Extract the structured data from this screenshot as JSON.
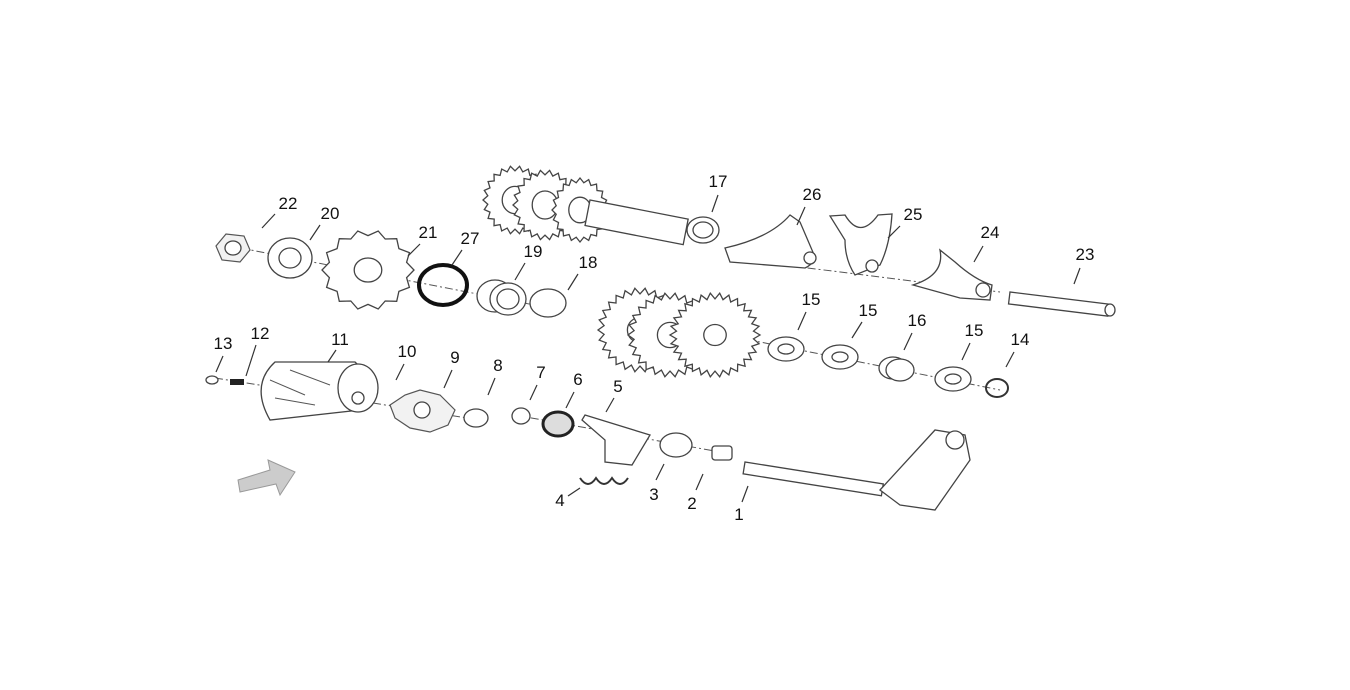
{
  "callouts": [
    "1",
    "2",
    "3",
    "4",
    "5",
    "6",
    "7",
    "8",
    "9",
    "10",
    "11",
    "12",
    "13",
    "14",
    "15",
    "15",
    "15",
    "16",
    "17",
    "18",
    "19",
    "20",
    "21",
    "22",
    "23",
    "24",
    "25",
    "26",
    "27"
  ],
  "colors": {
    "line": "#444444",
    "background": "#ffffff",
    "arrow": "#c8c8c8"
  }
}
